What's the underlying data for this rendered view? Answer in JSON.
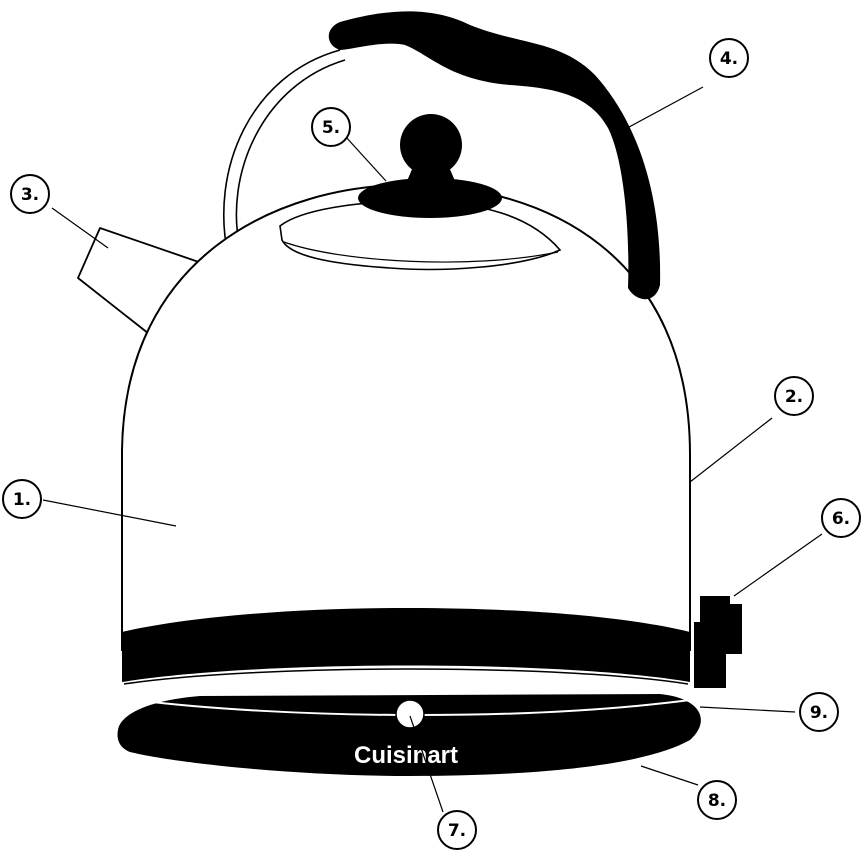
{
  "brand": {
    "text": "Cuisinart"
  },
  "colors": {
    "ink": "#000000",
    "paper": "#ffffff"
  },
  "callouts": [
    {
      "id": "c1",
      "label": "1."
    },
    {
      "id": "c2",
      "label": "2."
    },
    {
      "id": "c3",
      "label": "3."
    },
    {
      "id": "c4",
      "label": "4."
    },
    {
      "id": "c5",
      "label": "5."
    },
    {
      "id": "c6",
      "label": "6."
    },
    {
      "id": "c7",
      "label": "7."
    },
    {
      "id": "c8",
      "label": "8."
    },
    {
      "id": "c9",
      "label": "9."
    }
  ]
}
